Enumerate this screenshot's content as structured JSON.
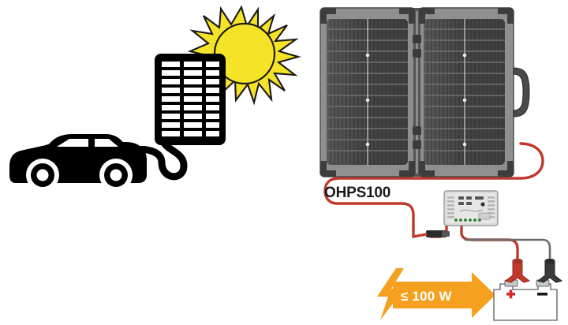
{
  "scene": {
    "title": "Solar panel charging diagram",
    "description": "Portable folding solar panel connected through a charge controller to a 12 V battery, with a car and sun shown at left"
  },
  "panel": {
    "model_label": "OHPS100",
    "frame_color": "#8a8a8a",
    "corner_color": "#3d3d3d",
    "cell_color": "#4a4a4a",
    "wings": 2,
    "handle_name": "carry-handle"
  },
  "banner": {
    "power_label": "≤ 100 W",
    "arrow_color": "#F5A01E",
    "bolt_color": "#F5A01E",
    "text_color": "#ffffff"
  },
  "controller": {
    "name": "solar-charge-controller",
    "body_color": "#d8d8d8",
    "led_count": 6
  },
  "battery": {
    "name": "12v-battery",
    "body_color": "#ffffff",
    "positive_symbol": "+",
    "negative_symbol": "−",
    "positive_color": "#d62828",
    "negative_color": "#1a1a1a"
  },
  "cables": {
    "solar_cable_color": "#c0392b",
    "positive_clip_color": "#c0392b",
    "negative_clip_color": "#3a3a3a",
    "car_cable_color": "#000000"
  },
  "sun": {
    "name": "sun-icon",
    "fill_color": "#F5E327",
    "stroke_color": "#1a1a1a"
  },
  "car": {
    "name": "car-icon",
    "fill_color": "#000000"
  },
  "small_panel": {
    "name": "solar-panel-icon",
    "fill_color": "#000000"
  }
}
